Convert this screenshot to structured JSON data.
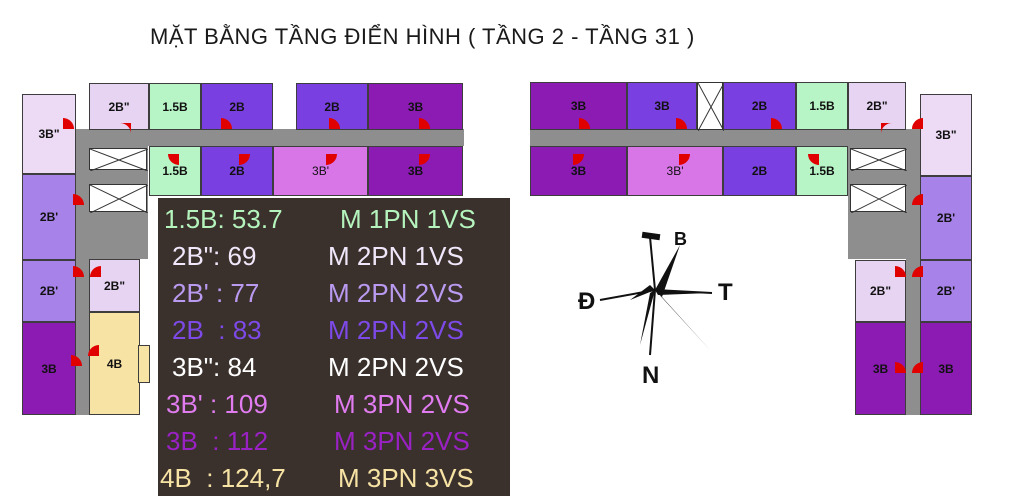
{
  "title": "MẶT BẰNG TẦNG ĐIỂN HÌNH ( TẦNG 2 - TẦNG 31 )",
  "colors": {
    "1.5B": "#b8f5c6",
    "2B''": "#e6d4f2",
    "2B'": "#a782e8",
    "2B": "#7a3fe0",
    "3B''": "#eddaf5",
    "3B'": "#d876e8",
    "3B": "#8c1bb4",
    "4B": "#f7e3a4",
    "corridor": "#8e8e8e"
  },
  "units_left": {
    "top_row": [
      "2B\"",
      "1.5B",
      "2B",
      "2B",
      "3B"
    ],
    "bottom_row": [
      "1.5B",
      "2B",
      "3B'",
      "3B"
    ],
    "wing": [
      "3B\"",
      "2B'",
      "2B'",
      "2B\"",
      "3B",
      "4B"
    ]
  },
  "units_right": {
    "top_row": [
      "3B",
      "3B",
      "2B",
      "1.5B",
      "2B\""
    ],
    "bottom_row": [
      "3B",
      "3B'",
      "2B",
      "1.5B"
    ],
    "wing": [
      "3B\"",
      "2B'",
      "2B\"",
      "2B'",
      "3B",
      "3B"
    ]
  },
  "legend": [
    {
      "code": "1.5B: 53.7",
      "desc": "M 1PN 1VS",
      "color": "#b5f5bd"
    },
    {
      "code": "2B\": 69",
      "desc": "M 2PN 1VS",
      "color": "#f0e8fa"
    },
    {
      "code": "2B' : 77",
      "desc": "M 2PN 2VS",
      "color": "#b99af0"
    },
    {
      "code": "2B  : 83",
      "desc": "M 2PN 2VS",
      "color": "#7d4ae8"
    },
    {
      "code": "3B\": 84",
      "desc": "M 2PN 2VS",
      "color": "#ffffff"
    },
    {
      "code": "3B' : 109",
      "desc": "M 3PN 2VS",
      "color": "#e07cf0"
    },
    {
      "code": "3B  : 112",
      "desc": "M 3PN 2VS",
      "color": "#9a22c4"
    },
    {
      "code": "4B  : 124,7",
      "desc": "M 3PN 3VS",
      "color": "#f7e3a4"
    }
  ],
  "compass": {
    "north": "B",
    "south": "N",
    "east": "Đ",
    "west": "T"
  }
}
